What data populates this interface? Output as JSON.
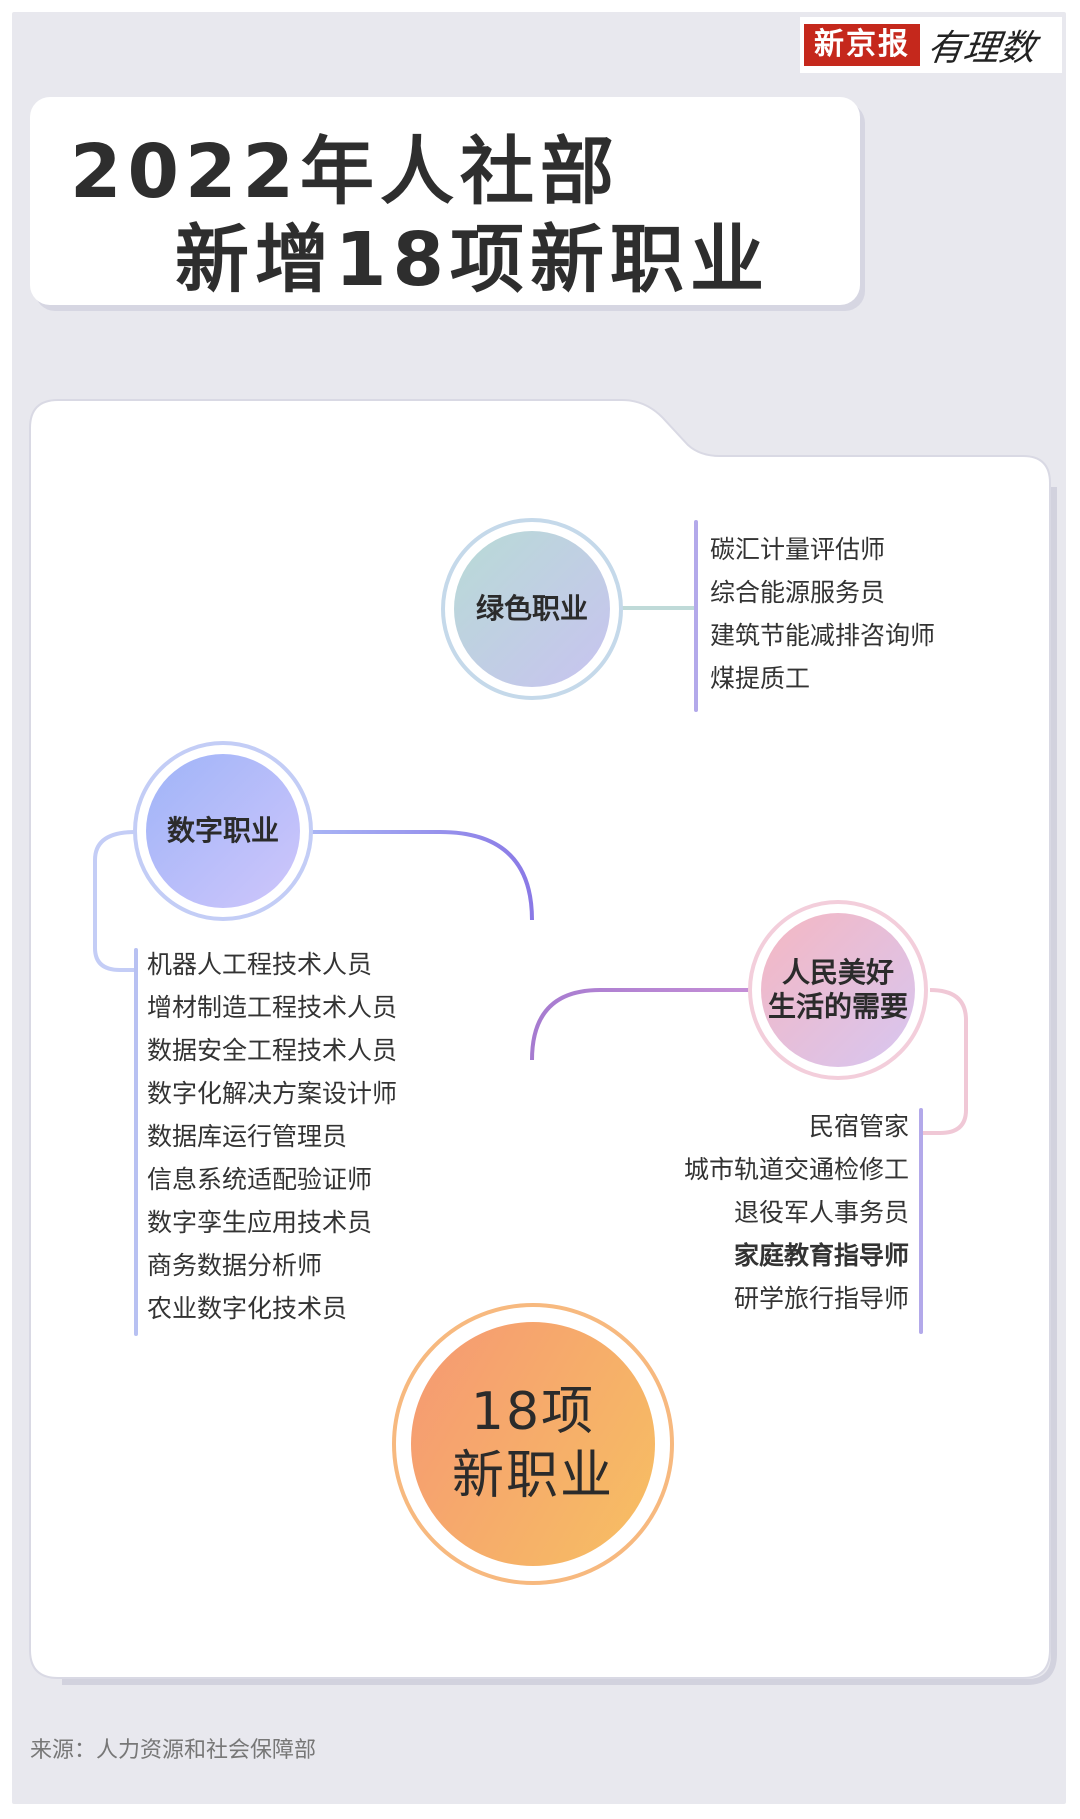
{
  "brand": {
    "name": "新京报",
    "sub": "有理数"
  },
  "title": {
    "line1": "2022年人社部",
    "line2": "新增18项新职业"
  },
  "center": {
    "line1": "18项",
    "line2": "新职业"
  },
  "categories": [
    {
      "label": "绿色职业",
      "items": [
        "碳汇计量评估师",
        "综合能源服务员",
        "建筑节能减排咨询师",
        "煤提质工"
      ]
    },
    {
      "label": "数字职业",
      "items": [
        "机器人工程技术人员",
        "增材制造工程技术人员",
        "数据安全工程技术人员",
        "数字化解决方案设计师",
        "数据库运行管理员",
        "信息系统适配验证师",
        "数字孪生应用技术员",
        "商务数据分析师",
        "农业数字化技术员"
      ]
    },
    {
      "label_line1": "人民美好",
      "label_line2": "生活的需要",
      "items": [
        "民宿管家",
        "城市轨道交通检修工",
        "退役军人事务员",
        "家庭教育指导师",
        "研学旅行指导师"
      ],
      "emphasized_item": "家庭教育指导师"
    }
  ],
  "source": "来源：人力资源和社会保障部",
  "colors": {
    "background": "#e8e8ee",
    "green": "#b6d9d6",
    "digital": "#aebcf8",
    "life": "#f2c2cf",
    "center": "#f7a45c",
    "trunk": "#8f7ae0"
  }
}
